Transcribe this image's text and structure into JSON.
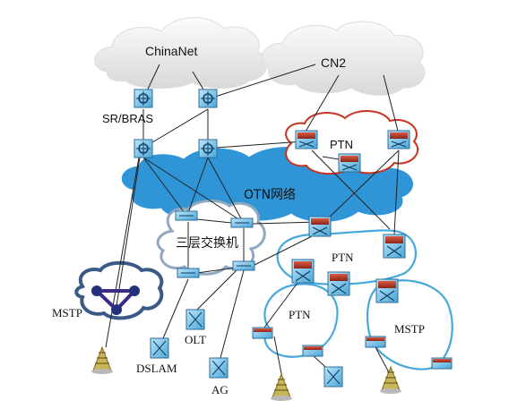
{
  "labels": {
    "chinanet": "ChinaNet",
    "cn2": "CN2",
    "sr_bras": "SR/BRAS",
    "ptn_top": "PTN",
    "otn": "OTN网络",
    "l3switch": "三层交换机",
    "ptn_mid": "PTN",
    "ptn_left": "PTN",
    "mstp_right": "MSTP",
    "mstp_left": "MSTP",
    "olt": "OLT",
    "dslam": "DSLAM",
    "ag": "AG"
  },
  "colors": {
    "cloud_gray": "#e8e8e8",
    "otn_blue": "#2f95d6",
    "ptn_ring_red": "#c83222",
    "ring_blue": "#45a8de",
    "mstp_ring": "#3a5a86",
    "device_blue": "#7cc8ee",
    "device_red": "#b3301f"
  }
}
